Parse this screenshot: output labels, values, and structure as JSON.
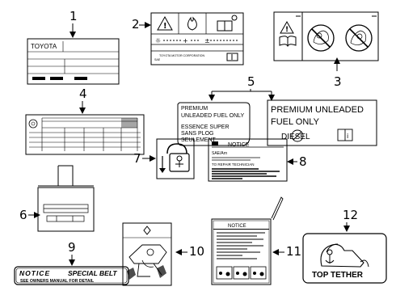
{
  "callouts": [
    "1",
    "2",
    "3",
    "4",
    "5",
    "6",
    "7",
    "8",
    "9",
    "10",
    "11",
    "12"
  ],
  "label1": {
    "brand": "TOYOTA"
  },
  "label2": {
    "company": "TOYOTA MOTOR CORPORATION",
    "code": "SAE"
  },
  "label5": {
    "left_lines": [
      "PREMIUM",
      "UNLEADED FUEL ONLY",
      "ESSENCE SUPER",
      "SANS PLOG",
      "SEULEMENT"
    ],
    "right_lines": [
      "PREMIUM  UNLEADED",
      "FUEL  ONLY"
    ],
    "diesel": "DIESEL"
  },
  "label8": {
    "title": "NOTICE",
    "line1": "SAE/Arn",
    "line2": "TO REPAIR TECHNICIAN"
  },
  "label9": {
    "line1_a": "NOTICE",
    "line1_b": "SPECIAL BELT",
    "line2": "SEE OWNERS MANUAL FOR DETAIL"
  },
  "label11": {
    "title": "NOTICE"
  },
  "label12": {
    "caption": "TOP TETHER"
  }
}
